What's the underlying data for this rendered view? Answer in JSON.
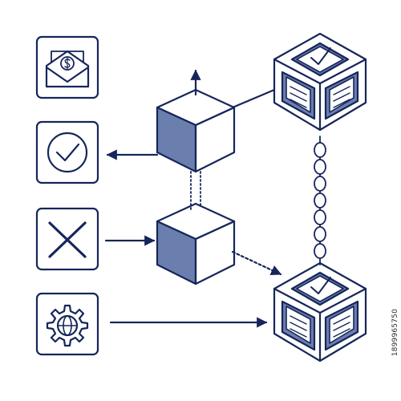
{
  "colors": {
    "stroke": "#16265b",
    "fill": "#6b7fae",
    "background": "#ffffff"
  },
  "icons": [
    {
      "name": "envelope-dollar-icon"
    },
    {
      "name": "checkmark-icon"
    },
    {
      "name": "cross-icon"
    },
    {
      "name": "gear-globe-icon"
    }
  ],
  "blocks": [
    {
      "name": "upper-block-cube"
    },
    {
      "name": "lower-block-cube"
    }
  ],
  "boxes": [
    {
      "name": "verified-box-top"
    },
    {
      "name": "verified-box-bottom"
    }
  ],
  "stock_id": "1899965750"
}
